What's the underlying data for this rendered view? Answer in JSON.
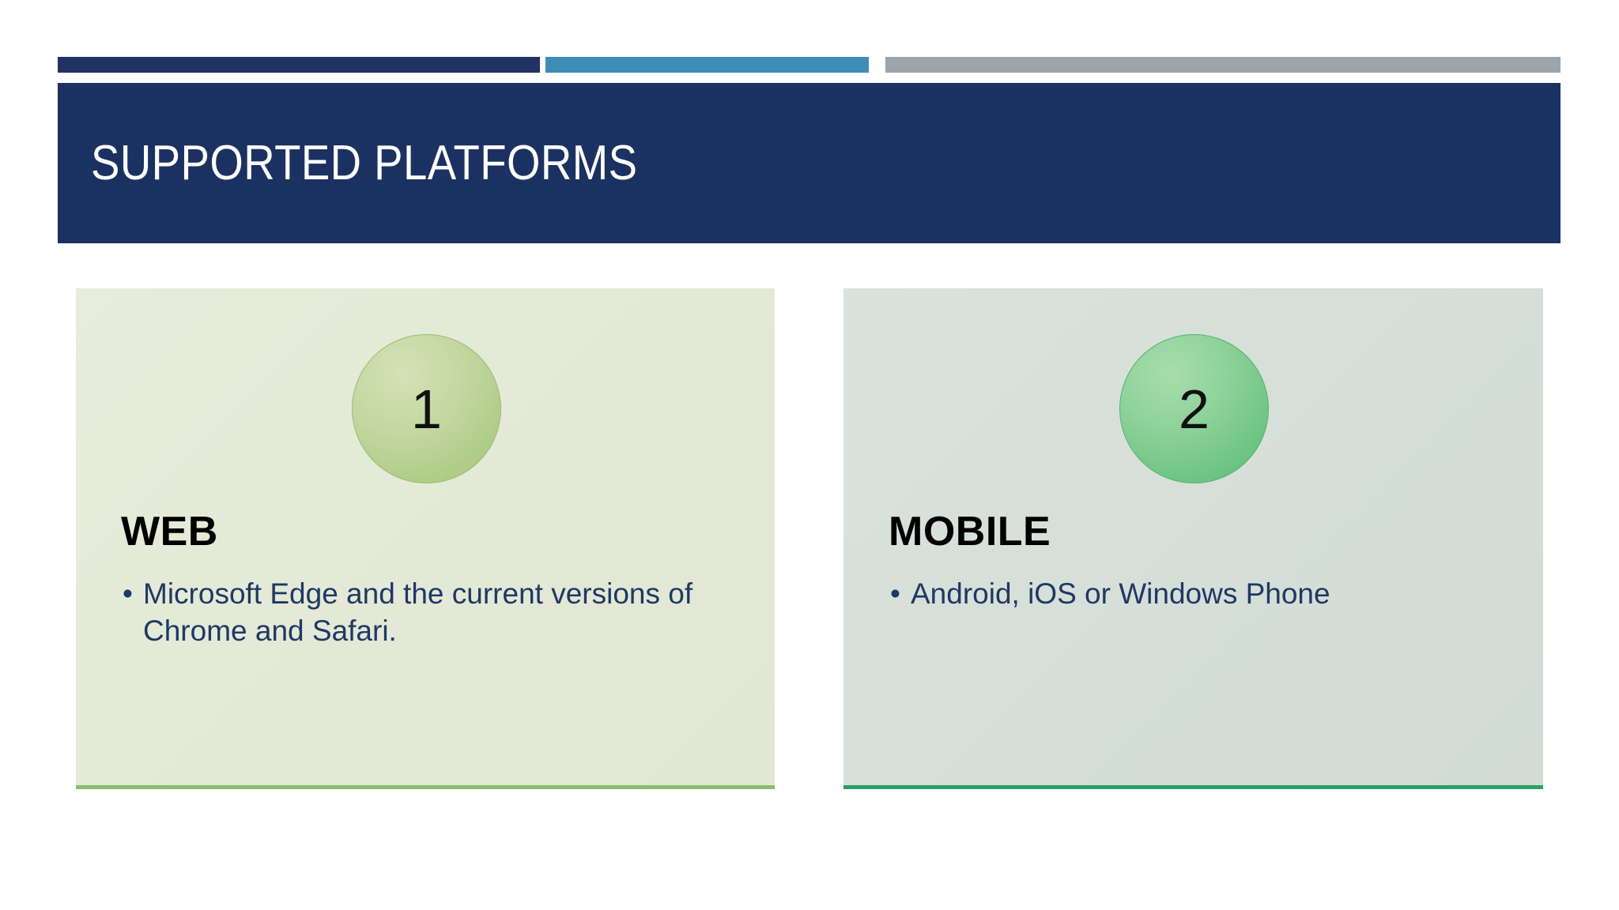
{
  "slide": {
    "title": "SUPPORTED PLATFORMS",
    "accent_bars": [
      {
        "name": "navy",
        "color": "#1F3465"
      },
      {
        "name": "blue",
        "color": "#3E8DB8"
      },
      {
        "name": "gray",
        "color": "#9BA5AD"
      }
    ],
    "title_band_color": "#1B3162",
    "title_color": "#FFFFFF"
  },
  "cards": [
    {
      "number": "1",
      "heading": "WEB",
      "bullets": [
        "Microsoft Edge and the current versions of Chrome and Safari."
      ],
      "background_color": "#E3E9D6",
      "accent_color": "#86C06A",
      "circle_color": "#AFCB86",
      "text_color": "#1F3864"
    },
    {
      "number": "2",
      "heading": "MOBILE",
      "bullets": [
        "Android, iOS or Windows Phone"
      ],
      "background_color": "#D5DFD8",
      "accent_color": "#2F9E63",
      "circle_color": "#6BC382",
      "text_color": "#1F3864"
    }
  ]
}
